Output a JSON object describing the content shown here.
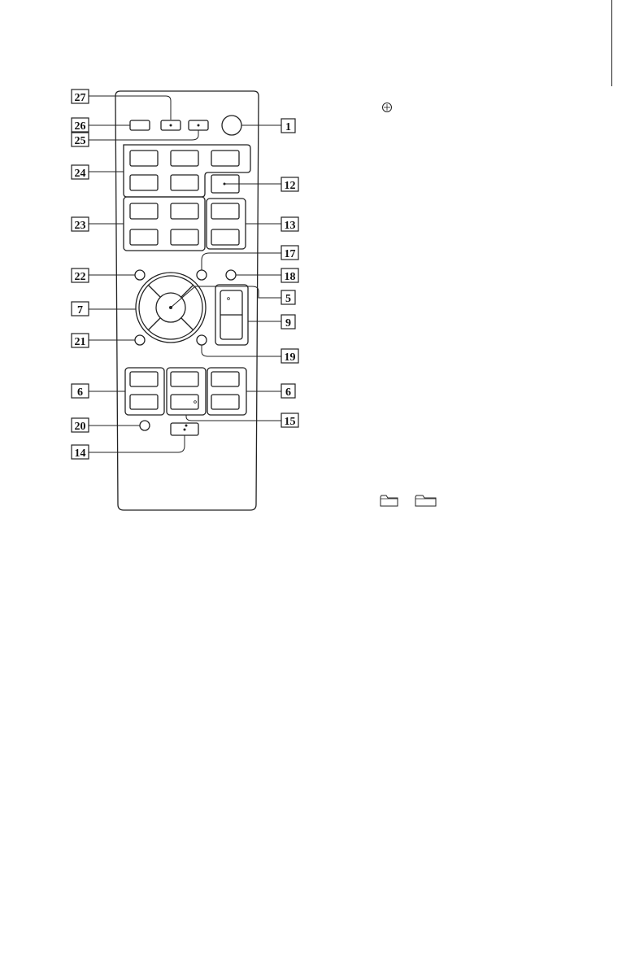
{
  "callouts": {
    "c1": "1",
    "c5": "5",
    "c6_left": "6",
    "c6_right": "6",
    "c7": "7",
    "c9": "9",
    "c12": "12",
    "c13": "13",
    "c14": "14",
    "c15": "15",
    "c17": "17",
    "c18": "18",
    "c19": "19",
    "c20": "20",
    "c21": "21",
    "c22": "22",
    "c23": "23",
    "c24": "24",
    "c25": "25",
    "c26": "26",
    "c27": "27"
  },
  "icons": {
    "power": "power-symbol-icon",
    "folder_minus": "folder-icon",
    "folder_plus": "folder-icon"
  },
  "colors": {
    "line": "#222222",
    "background": "#ffffff"
  }
}
